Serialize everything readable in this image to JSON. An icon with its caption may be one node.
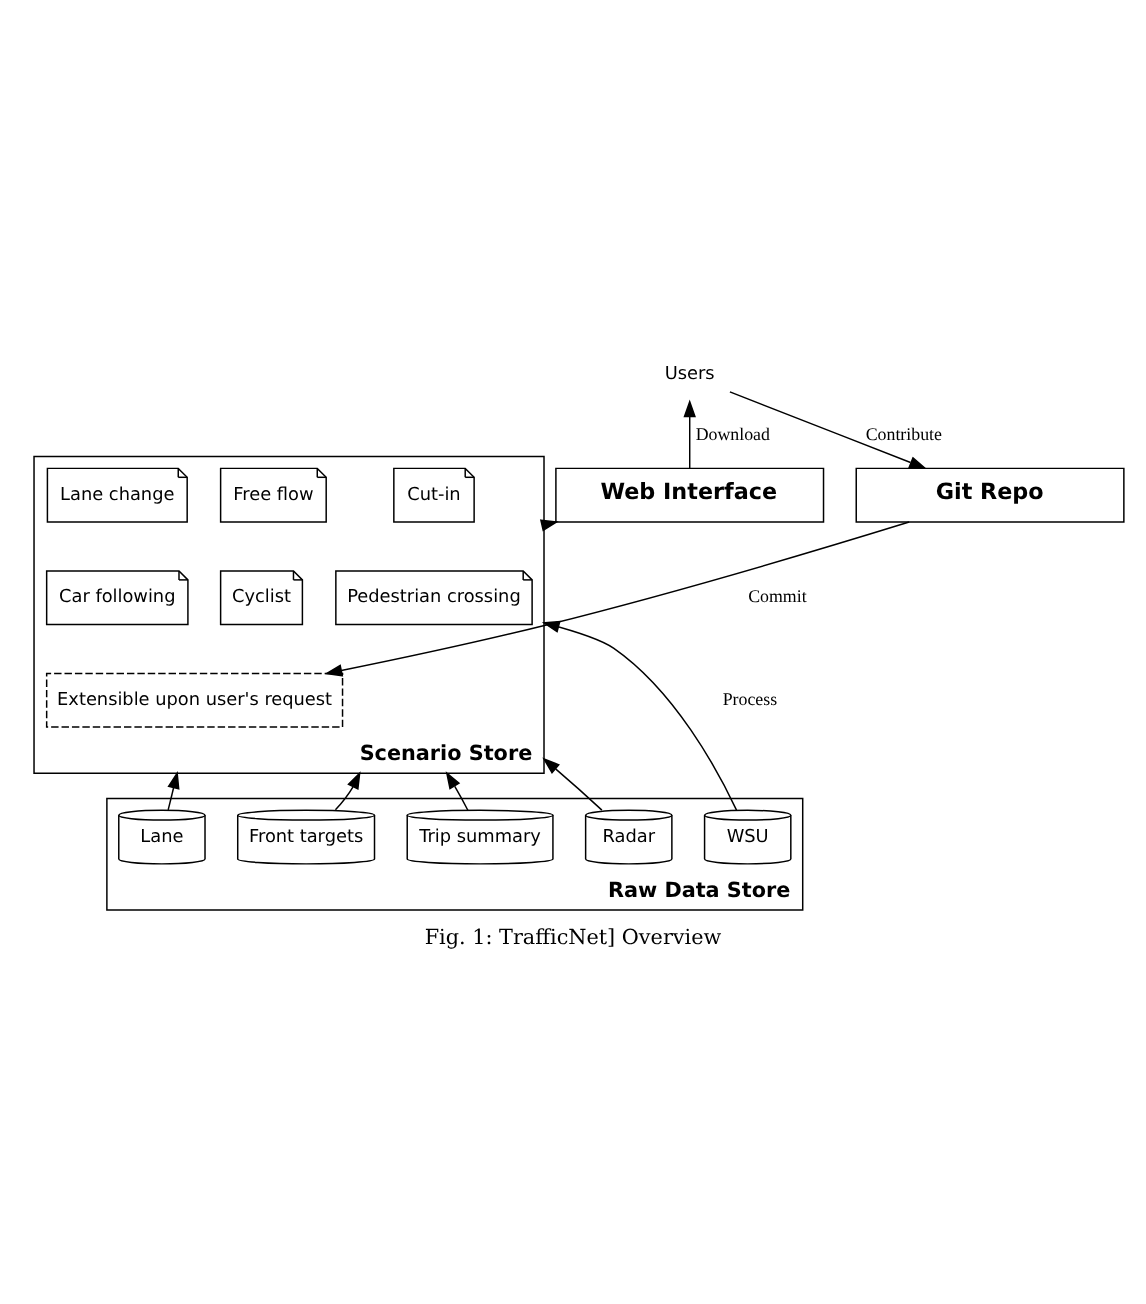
{
  "diagram": {
    "caption": "Fig. 1: TrafficNet] Overview",
    "nodes": [
      {
        "text": [
          "Users"
        ]
      },
      {
        "text": [
          "Web Interface"
        ]
      },
      {
        "text": [
          "Git Repo"
        ]
      },
      {
        "text": [
          "Scenario Store"
        ]
      },
      {
        "text": [
          "Free flow"
        ],
        "in": 3
      },
      {
        "text": [
          "Cut-in"
        ],
        "in": 3
      },
      {
        "text": [
          "Lane change"
        ],
        "in": 3
      },
      {
        "text": [
          "Cyclist"
        ],
        "in": 3
      },
      {
        "text": [
          "Pedestrian crossing"
        ],
        "in": 3
      },
      {
        "text": [
          "Car following"
        ],
        "in": 3
      },
      {
        "text": [
          "Extensible upon user's request"
        ],
        "in": 3
      },
      {
        "text": [
          "Raw Data Store"
        ]
      },
      {
        "text": [
          "Front targets"
        ],
        "in": 11
      },
      {
        "text": [
          "Lane"
        ],
        "in": 11
      },
      {
        "text": [
          "WSU"
        ],
        "in": 11
      },
      {
        "text": [
          "Trip summary"
        ],
        "in": 11
      },
      {
        "text": [
          "Radar"
        ],
        "in": 11
      }
    ],
    "edges": [
      {
        "from": 1,
        "to": 0,
        "arrow": "to",
        "label": "Download"
      },
      {
        "from": 0,
        "to": 2,
        "arrow": "to",
        "label": "Contribute"
      },
      {
        "from": 2,
        "to": 10,
        "arrow": "to",
        "label": "Commit"
      },
      {
        "from": 3,
        "to": 1,
        "arrow": "to"
      },
      {
        "from": 12,
        "to": 3,
        "arrow": "to"
      },
      {
        "from": 13,
        "to": 3,
        "arrow": "to"
      },
      {
        "from": 14,
        "to": 3,
        "arrow": "to",
        "label": "Process"
      },
      {
        "from": 15,
        "to": 3,
        "arrow": "to"
      },
      {
        "from": 16,
        "to": 3,
        "arrow": "to"
      }
    ]
  }
}
